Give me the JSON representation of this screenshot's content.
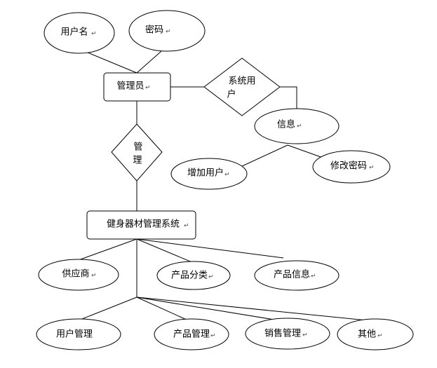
{
  "diagram": {
    "attributes": {
      "username": "用户名",
      "password": "密码",
      "info": "信息",
      "add_user": "增加用户",
      "change_password": "修改密码",
      "supplier": "供应商",
      "product_category": "产品分类",
      "product_info": "产品信息",
      "user_mgmt": "用户管理",
      "product_mgmt": "产品管理",
      "sales_mgmt": "销售管理",
      "other": "其他"
    },
    "entities": {
      "admin": "管理员",
      "system": "健身器材管理系统"
    },
    "relations": {
      "system_user_line1": "系统用",
      "system_user_line2": "户",
      "manage_line1": "管",
      "manage_line2": "理"
    },
    "paragraph_mark": "↵"
  }
}
